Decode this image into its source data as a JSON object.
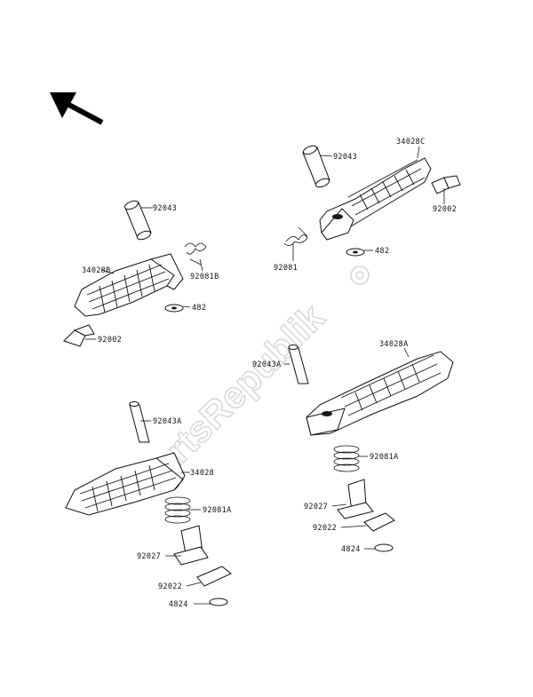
{
  "watermark": "PartsRepublik",
  "labels": {
    "l_92043_top": "92043",
    "l_34028c": "34028C",
    "l_92002_right": "92002",
    "l_92043_left": "92043",
    "l_92081b": "92081B",
    "l_34028b": "34028B",
    "l_482_left": "482",
    "l_92002_left": "92002",
    "l_92081": "92081",
    "l_482_right": "482",
    "l_34028a": "34028A",
    "l_92043a_right": "92043A",
    "l_92081a_right": "92081A",
    "l_92027_right": "92027",
    "l_92022_right": "92022",
    "l_4824_right": "4824",
    "l_92043a_left": "92043A",
    "l_34028": "34028",
    "l_92081a_left": "92081A",
    "l_92027_left": "92027",
    "l_92022_left": "92022",
    "l_4824_left": "4824"
  },
  "colors": {
    "line": "#111111",
    "watermark": "#d6d6d6"
  }
}
